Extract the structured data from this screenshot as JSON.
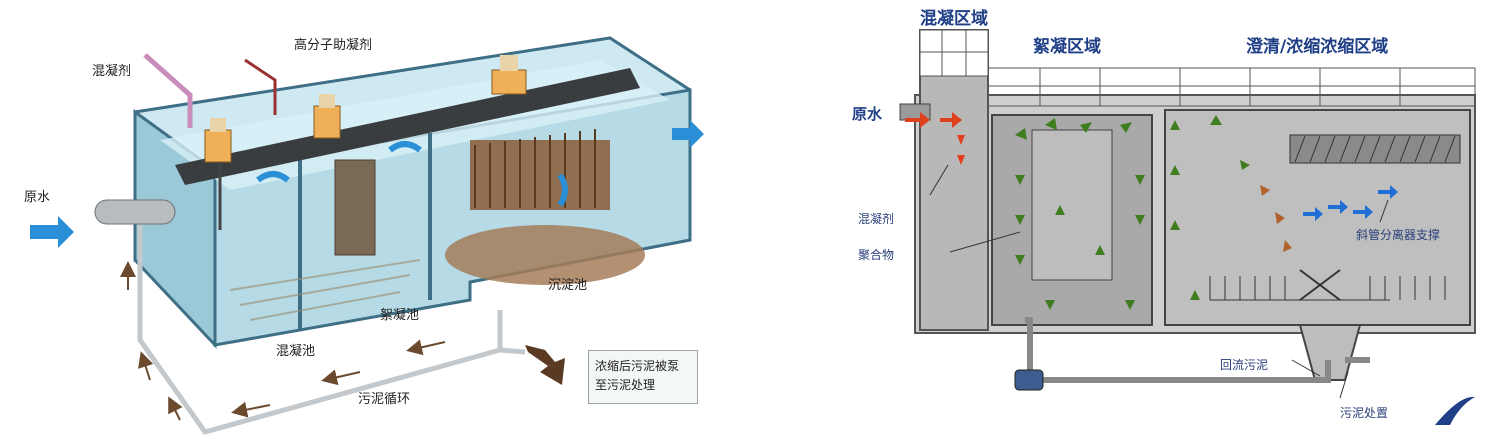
{
  "left_diagram": {
    "labels": {
      "coagulant": "混凝剂",
      "polymer_aid": "高分子助凝剂",
      "raw_water": "原水",
      "sedimentation_tank": "沉淀池",
      "flocculation_tank": "絮凝池",
      "coagulation_tank": "混凝池",
      "sludge_recycle": "污泥循环"
    },
    "note": {
      "line1": "浓缩后污泥被泵",
      "line2": "至污泥处理"
    }
  },
  "right_diagram": {
    "headers": {
      "coagulation_zone": "混凝区域",
      "flocculation_zone": "絮凝区域",
      "clarification_zone": "澄清/浓缩浓缩区域"
    },
    "labels": {
      "raw_water": "原水",
      "coagulant": "混凝剂",
      "polymer": "聚合物",
      "inclined_tube_support": "斜管分离器支撑",
      "return_sludge": "回流污泥",
      "sludge_disposal": "污泥处置"
    }
  },
  "colors": {
    "water": "#bfe3ee",
    "tank_wall": "#4a7d94",
    "concrete": "#c8c8c8",
    "arrow_green": "#3f7d1f",
    "arrow_red": "#e0401c",
    "arrow_blue": "#1f6fd6",
    "arrow_brown": "#b0622a",
    "header_blue": "#1f3f86",
    "motor_orange": "#f0b05a"
  }
}
